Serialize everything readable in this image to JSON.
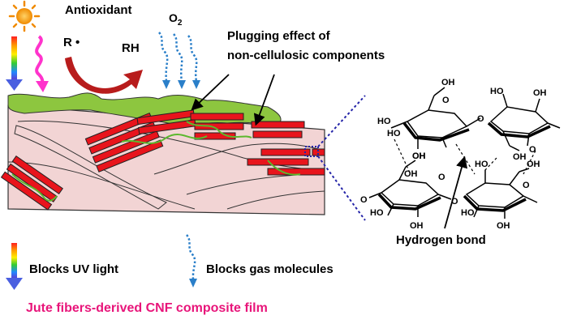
{
  "labels": {
    "antioxidant": "Antioxidant",
    "radical": "R •",
    "rh": "RH",
    "o2_base": "O",
    "o2_sub": "2",
    "plugging_line1": "Plugging effect of",
    "plugging_line2": "non-cellulosic components",
    "blocks_uv": "Blocks UV light",
    "blocks_gas": "Blocks gas molecules",
    "hydrogen_bond": "Hydrogen bond",
    "caption": "Jute fibers-derived CNF composite film",
    "oh": "OH",
    "ho": "HO",
    "o": "O"
  },
  "colors": {
    "fiber_fill": "#f2d4d4",
    "crystal_red": "#e8141c",
    "lignin_green": "#8dc63f",
    "curve_red": "#b81c1c",
    "magenta": "#ff33cc",
    "dot_blue": "#2a7fc9",
    "zoom_blue": "#2424a8",
    "caption_pink": "#e8157a"
  },
  "icons": [
    "sun-icon",
    "uv-gradient-arrow-icon",
    "wavy-light-icon",
    "curved-arrow-icon"
  ]
}
